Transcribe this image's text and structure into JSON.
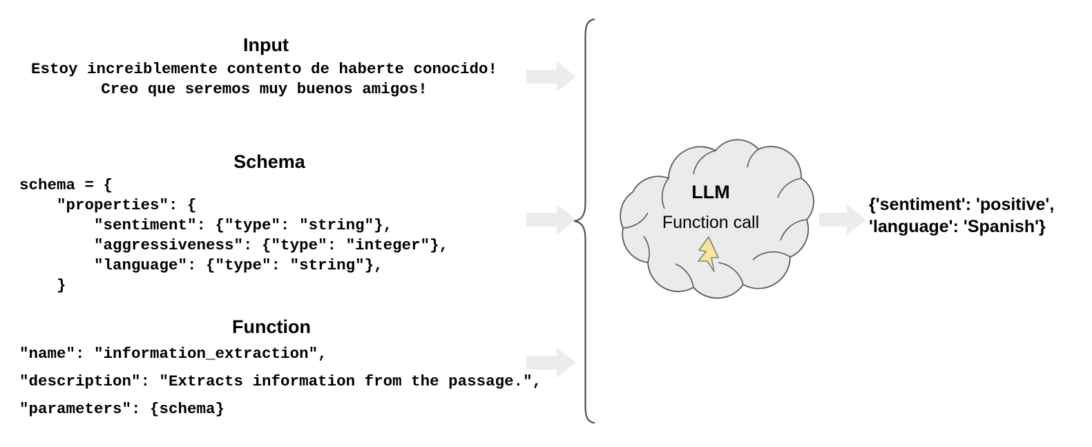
{
  "colors": {
    "background": "#ffffff",
    "text": "#000000",
    "arrow_fill": "#ececec",
    "cloud_fill": "#ebebeb",
    "cloud_stroke": "#595959",
    "brace_stroke": "#4d4d4d",
    "bolt_fill": "#f8e49a",
    "bolt_stroke": "#7f7f7f"
  },
  "input": {
    "heading": "Input",
    "lines": [
      "Estoy increiblemente contento de haberte conocido!",
      "Creo que seremos muy buenos amigos!"
    ]
  },
  "schema": {
    "heading": "Schema",
    "code": "schema = {\n    \"properties\": {\n        \"sentiment\": {\"type\": \"string\"},\n        \"aggressiveness\": {\"type\": \"integer\"},\n        \"language\": {\"type\": \"string\"},\n    }"
  },
  "function": {
    "heading": "Function",
    "lines": [
      "\"name\": \"information_extraction\",",
      "\"description\": \"Extracts information from the passage.\",",
      "\"parameters\": {schema}"
    ]
  },
  "model": {
    "title": "LLM",
    "subtitle": "Function call",
    "icon": "lightning-bolt-icon"
  },
  "output": {
    "lines": [
      "{'sentiment': 'positive',",
      "'language': 'Spanish'}"
    ]
  },
  "arrows": {
    "input_arrow": "arrow-right-icon",
    "schema_arrow": "arrow-right-icon",
    "function_arrow": "arrow-right-icon",
    "output_arrow": "arrow-right-icon"
  },
  "brace": {
    "icon": "left-curly-brace-icon"
  }
}
